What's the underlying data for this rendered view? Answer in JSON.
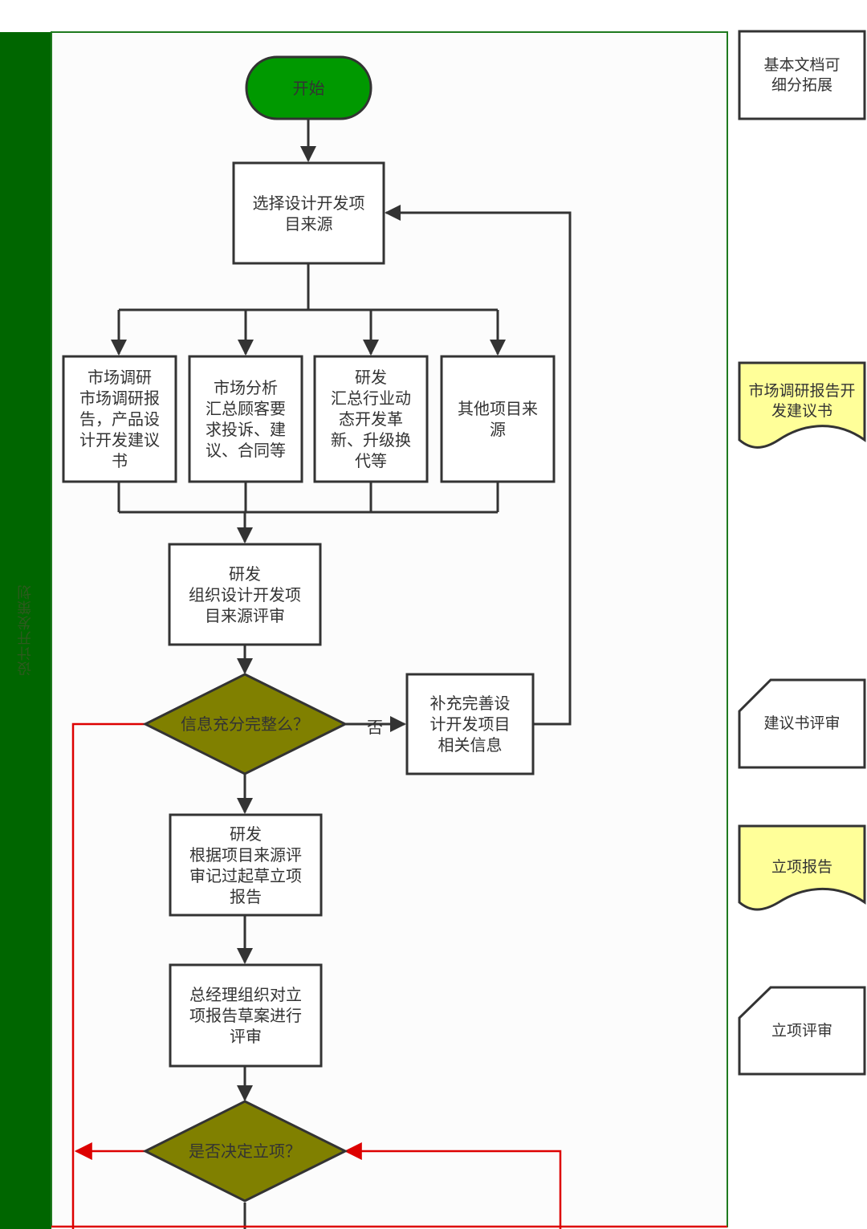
{
  "lane": {
    "label": "设计开发策划",
    "color": "#006600"
  },
  "colors": {
    "start_fill": "#009900",
    "decision_fill": "#808000",
    "doc_fill": "#ffff99",
    "line": "#333333",
    "reject_line": "#dd0000"
  },
  "nodes": {
    "start": "开始",
    "select_source": "选择设计开发项\n目来源",
    "market_research": "市场调研\n市场调研报\n告，产品设\n计开发建议\n书",
    "market_analysis": "市场分析\n汇总顾客要\n求投诉、建\n议、合同等",
    "rd_trends": "研发\n汇总行业动\n态开发革\n新、升级换\n代等",
    "other_source": "其他项目来\n源",
    "source_review": "研发\n组织设计开发项\n目来源评审",
    "info_complete": "信息充分完整么？",
    "supplement": "补充完善设\n计开发项目\n相关信息",
    "draft_report": "研发\n根据项目来源评\n审记过起草立项\n报告",
    "gm_review": "总经理组织对立\n项报告草案进行\n评审",
    "decide": "是否决定立项？"
  },
  "edge_labels": {
    "no": "否"
  },
  "documents": {
    "header": "基本文档可\n细分拓展",
    "market_report": "市场调研报告开\n发建议书",
    "proposal_review": "建议书评审",
    "project_report": "立项报告",
    "project_review": "立项评审"
  }
}
